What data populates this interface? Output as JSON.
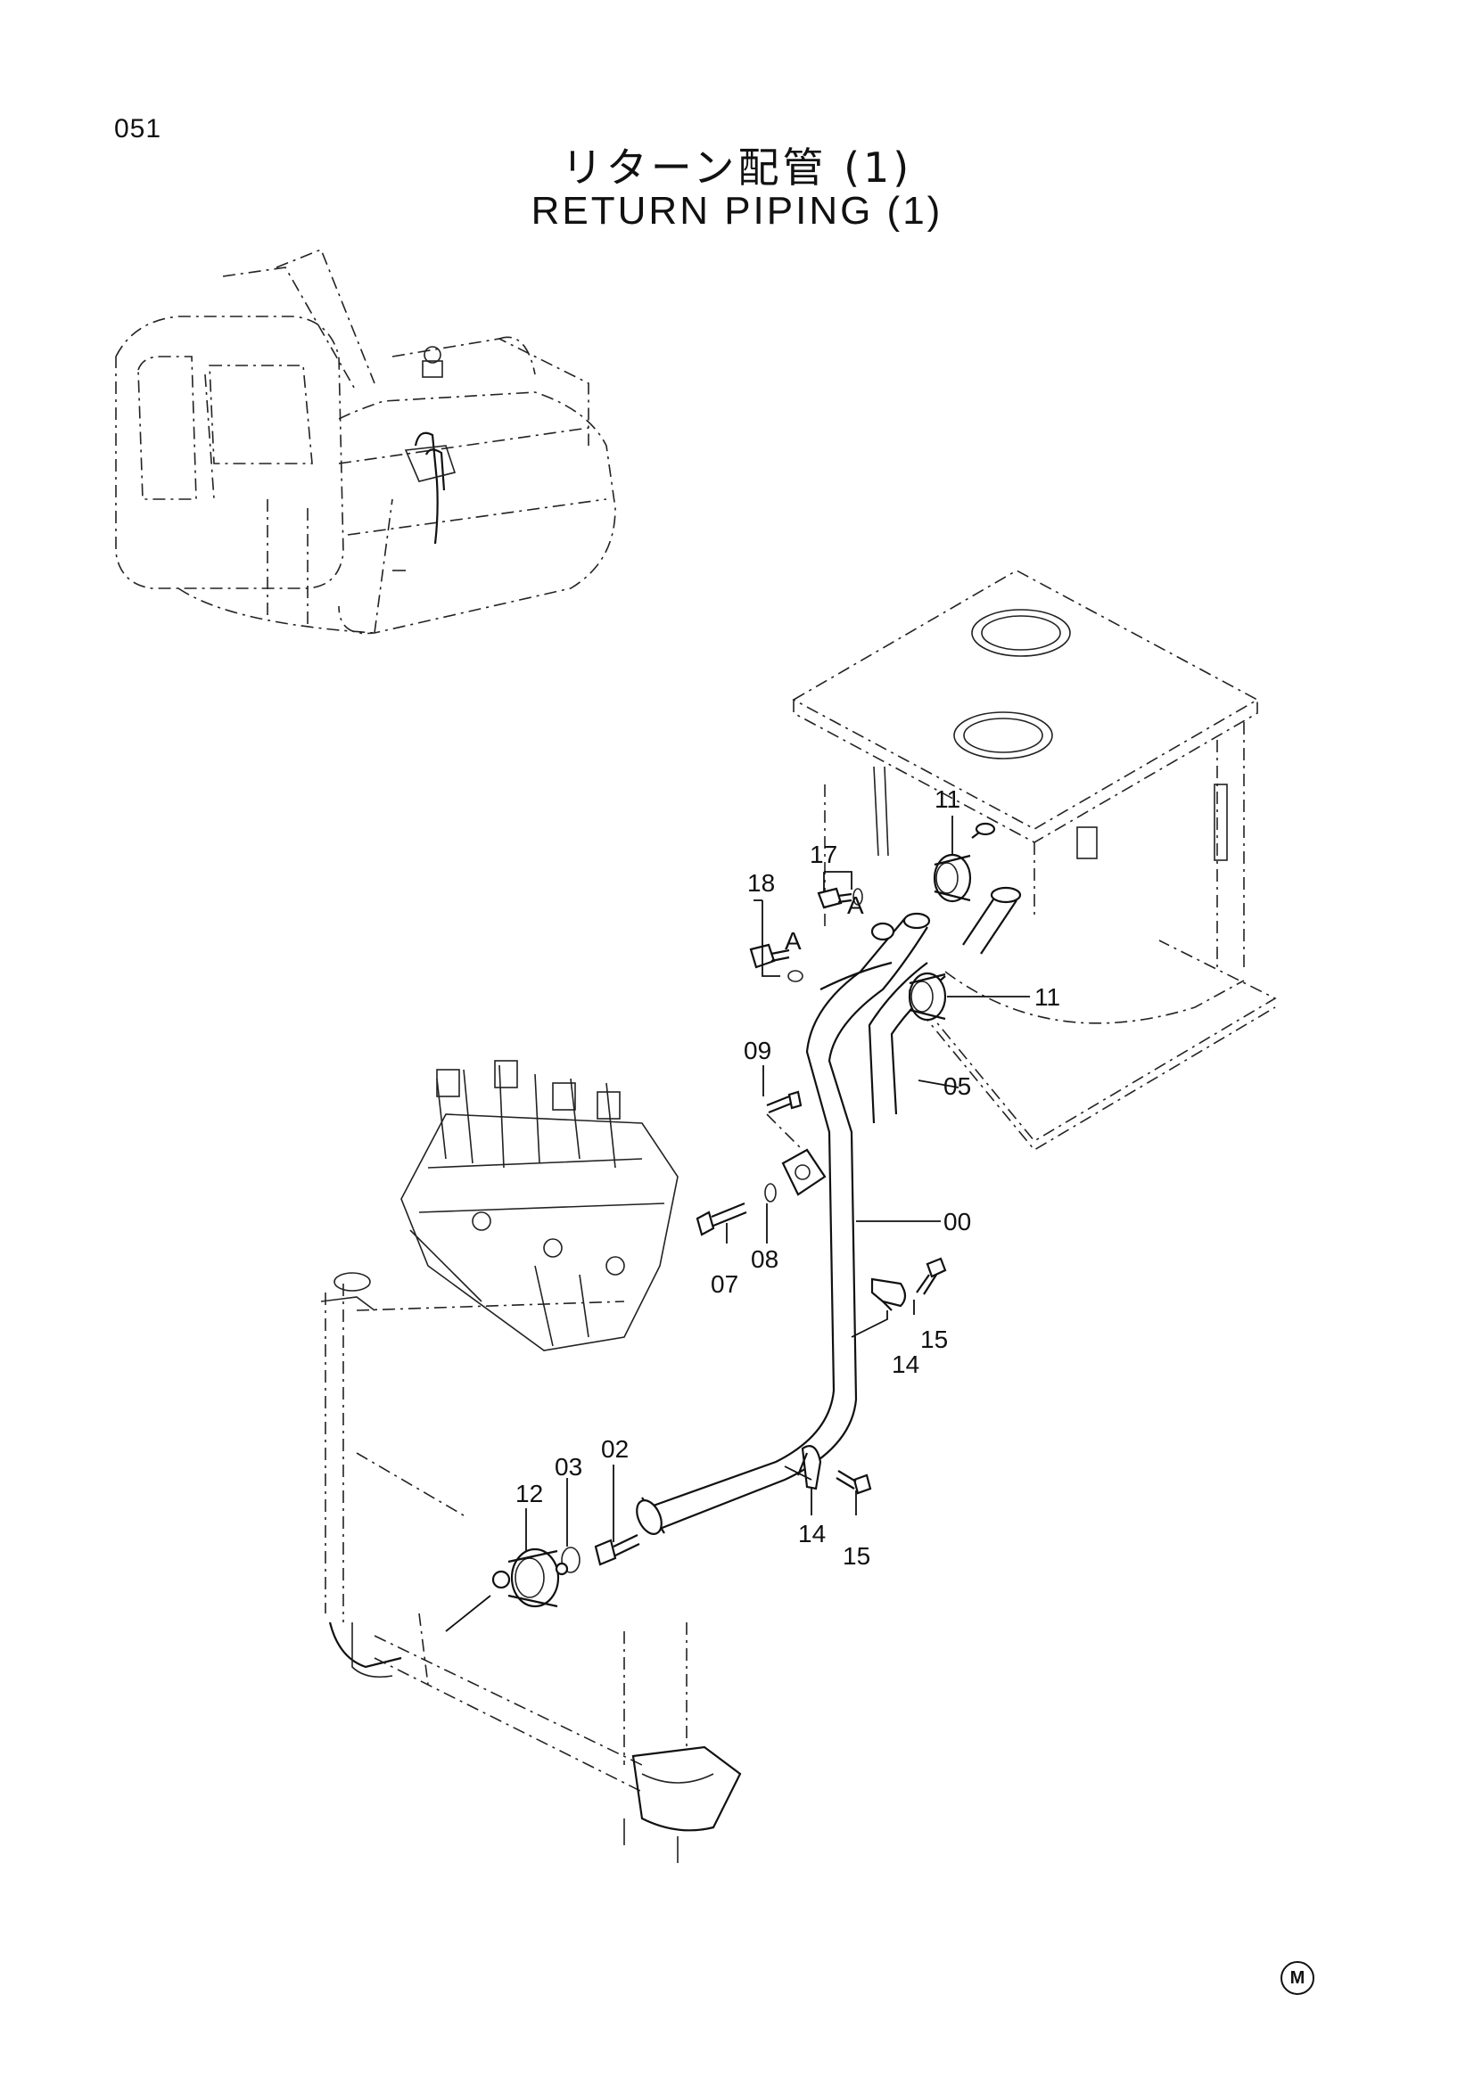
{
  "page_number": "051",
  "title_jp": "リターン配管 (1)",
  "title_en": "RETURN PIPING (1)",
  "callouts": {
    "c00": "00",
    "c02": "02",
    "c03": "03",
    "c05": "05",
    "c07": "07",
    "c08": "08",
    "c09": "09",
    "c11a": "11",
    "c11b": "11",
    "c12": "12",
    "c14a": "14",
    "c14b": "14",
    "c15a": "15",
    "c15b": "15",
    "c17": "17",
    "c18": "18",
    "refA1": "A",
    "refA2": "A"
  },
  "footer_mark": "M"
}
